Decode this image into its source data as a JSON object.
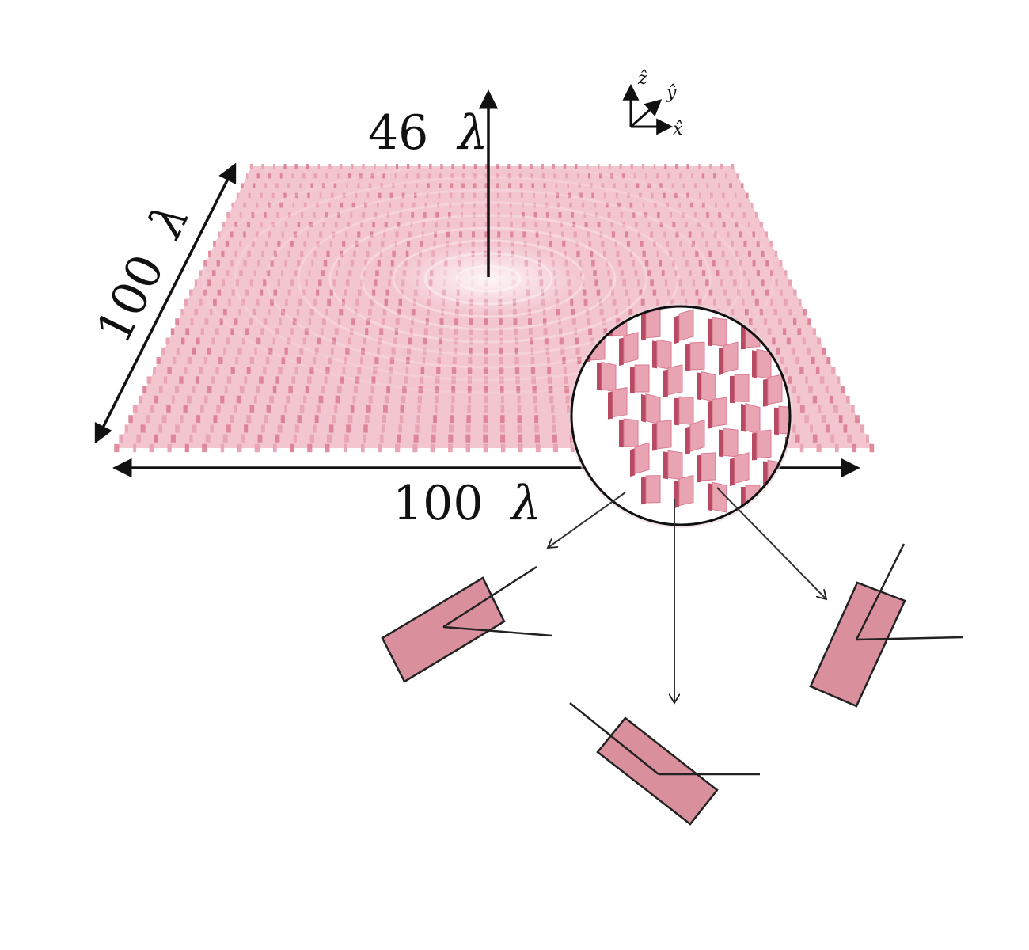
{
  "figure": {
    "labels": {
      "height": {
        "value": "46",
        "unit": "λ"
      },
      "depth": {
        "value": "100",
        "unit": "λ"
      },
      "width": {
        "value": "100",
        "unit": "λ"
      }
    },
    "axes": {
      "z": "ẑ",
      "y": "ŷ",
      "x": "x̂"
    },
    "colors": {
      "element": "#d9798f",
      "element_dark": "#b84a64",
      "element_light": "#e8a4b2",
      "tile_fill": "#d98f9c",
      "ink": "#111111"
    },
    "metasurface": {
      "grid_rows": 30,
      "grid_cols": 44,
      "focus_rings": 9
    },
    "unit_cells_shown": 3
  }
}
